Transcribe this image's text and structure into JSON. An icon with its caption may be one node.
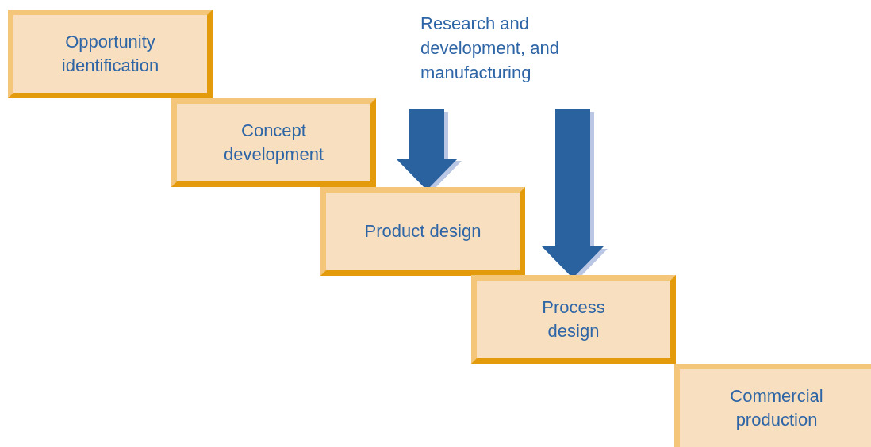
{
  "diagram": {
    "nodes": [
      {
        "text": [
          "Opportunity identification"
        ]
      },
      {
        "text": [
          "Concept development"
        ]
      },
      {
        "text": [
          "Product design"
        ]
      },
      {
        "text": [
          "Process design"
        ]
      },
      {
        "text": [
          "Commercial production"
        ]
      },
      {
        "text": [
          "Research and development, and manufacturing"
        ]
      }
    ],
    "edges": [
      {
        "from": 5,
        "to": 2,
        "arrow": "to"
      },
      {
        "from": 5,
        "to": 3,
        "arrow": "to"
      }
    ]
  }
}
